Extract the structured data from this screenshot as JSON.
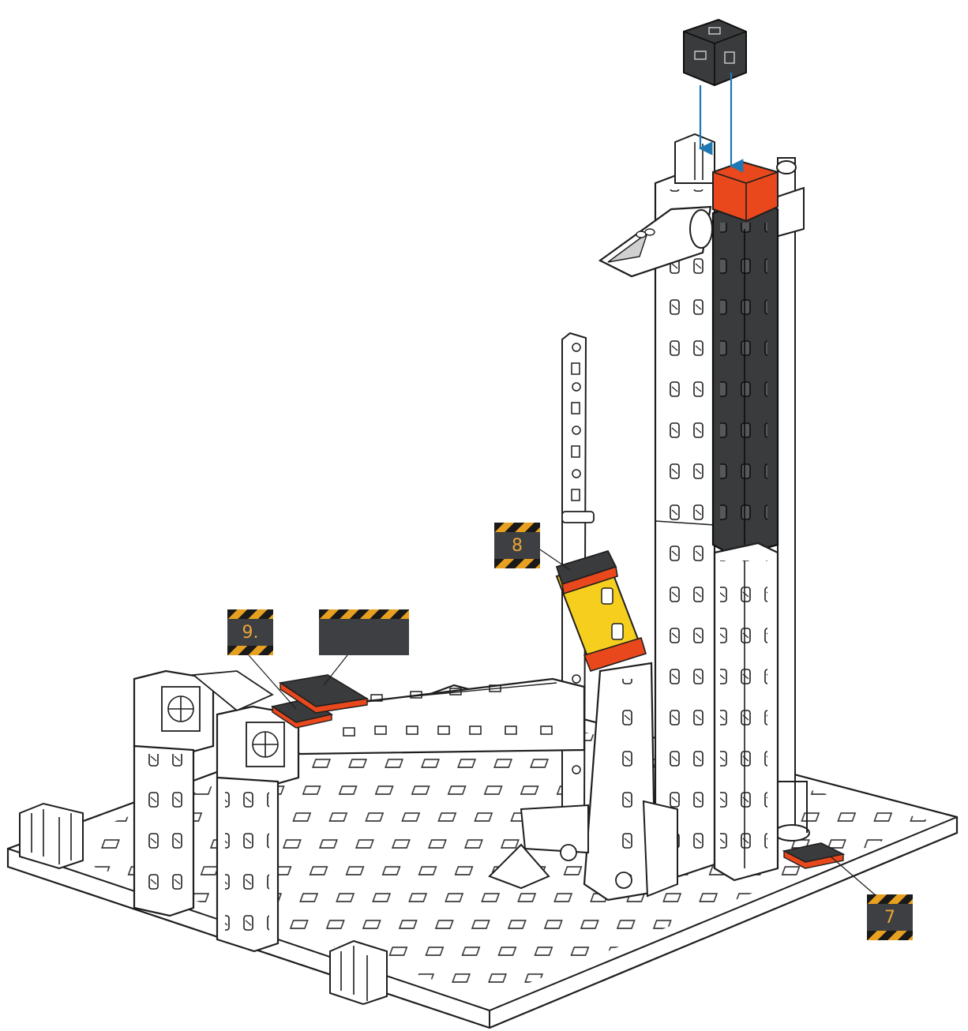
{
  "callouts": {
    "step7": "7",
    "step8": "8",
    "step9": "9.",
    "blank": ""
  },
  "colors": {
    "highlight_red": "#e8481c",
    "highlight_yellow": "#f6cf1e",
    "dark_part": "#3a3b3d",
    "outline": "#1e1e1e",
    "arrow_blue": "#1f78b4",
    "callout_bg": "#3d3f42",
    "callout_text": "#e9a43a"
  }
}
